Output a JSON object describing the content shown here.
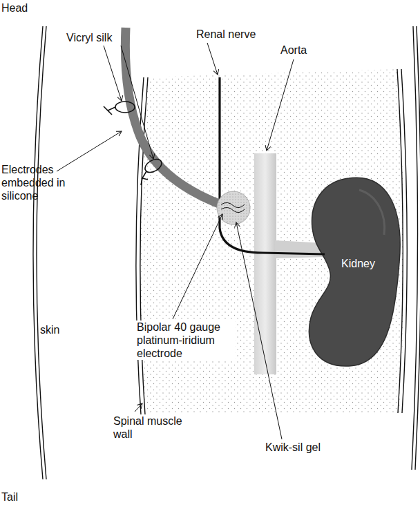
{
  "diagram": {
    "labels": [
      "Head",
      "Tail",
      "Vicryl silk",
      "Renal nerve",
      "Aorta",
      "Electrodes embedded in silicone",
      "Kidney",
      "skin",
      "Bipolar 40 gauge platinum-iridium electrode",
      "Kwik-sil gel",
      "Spinal muscle wall"
    ]
  }
}
